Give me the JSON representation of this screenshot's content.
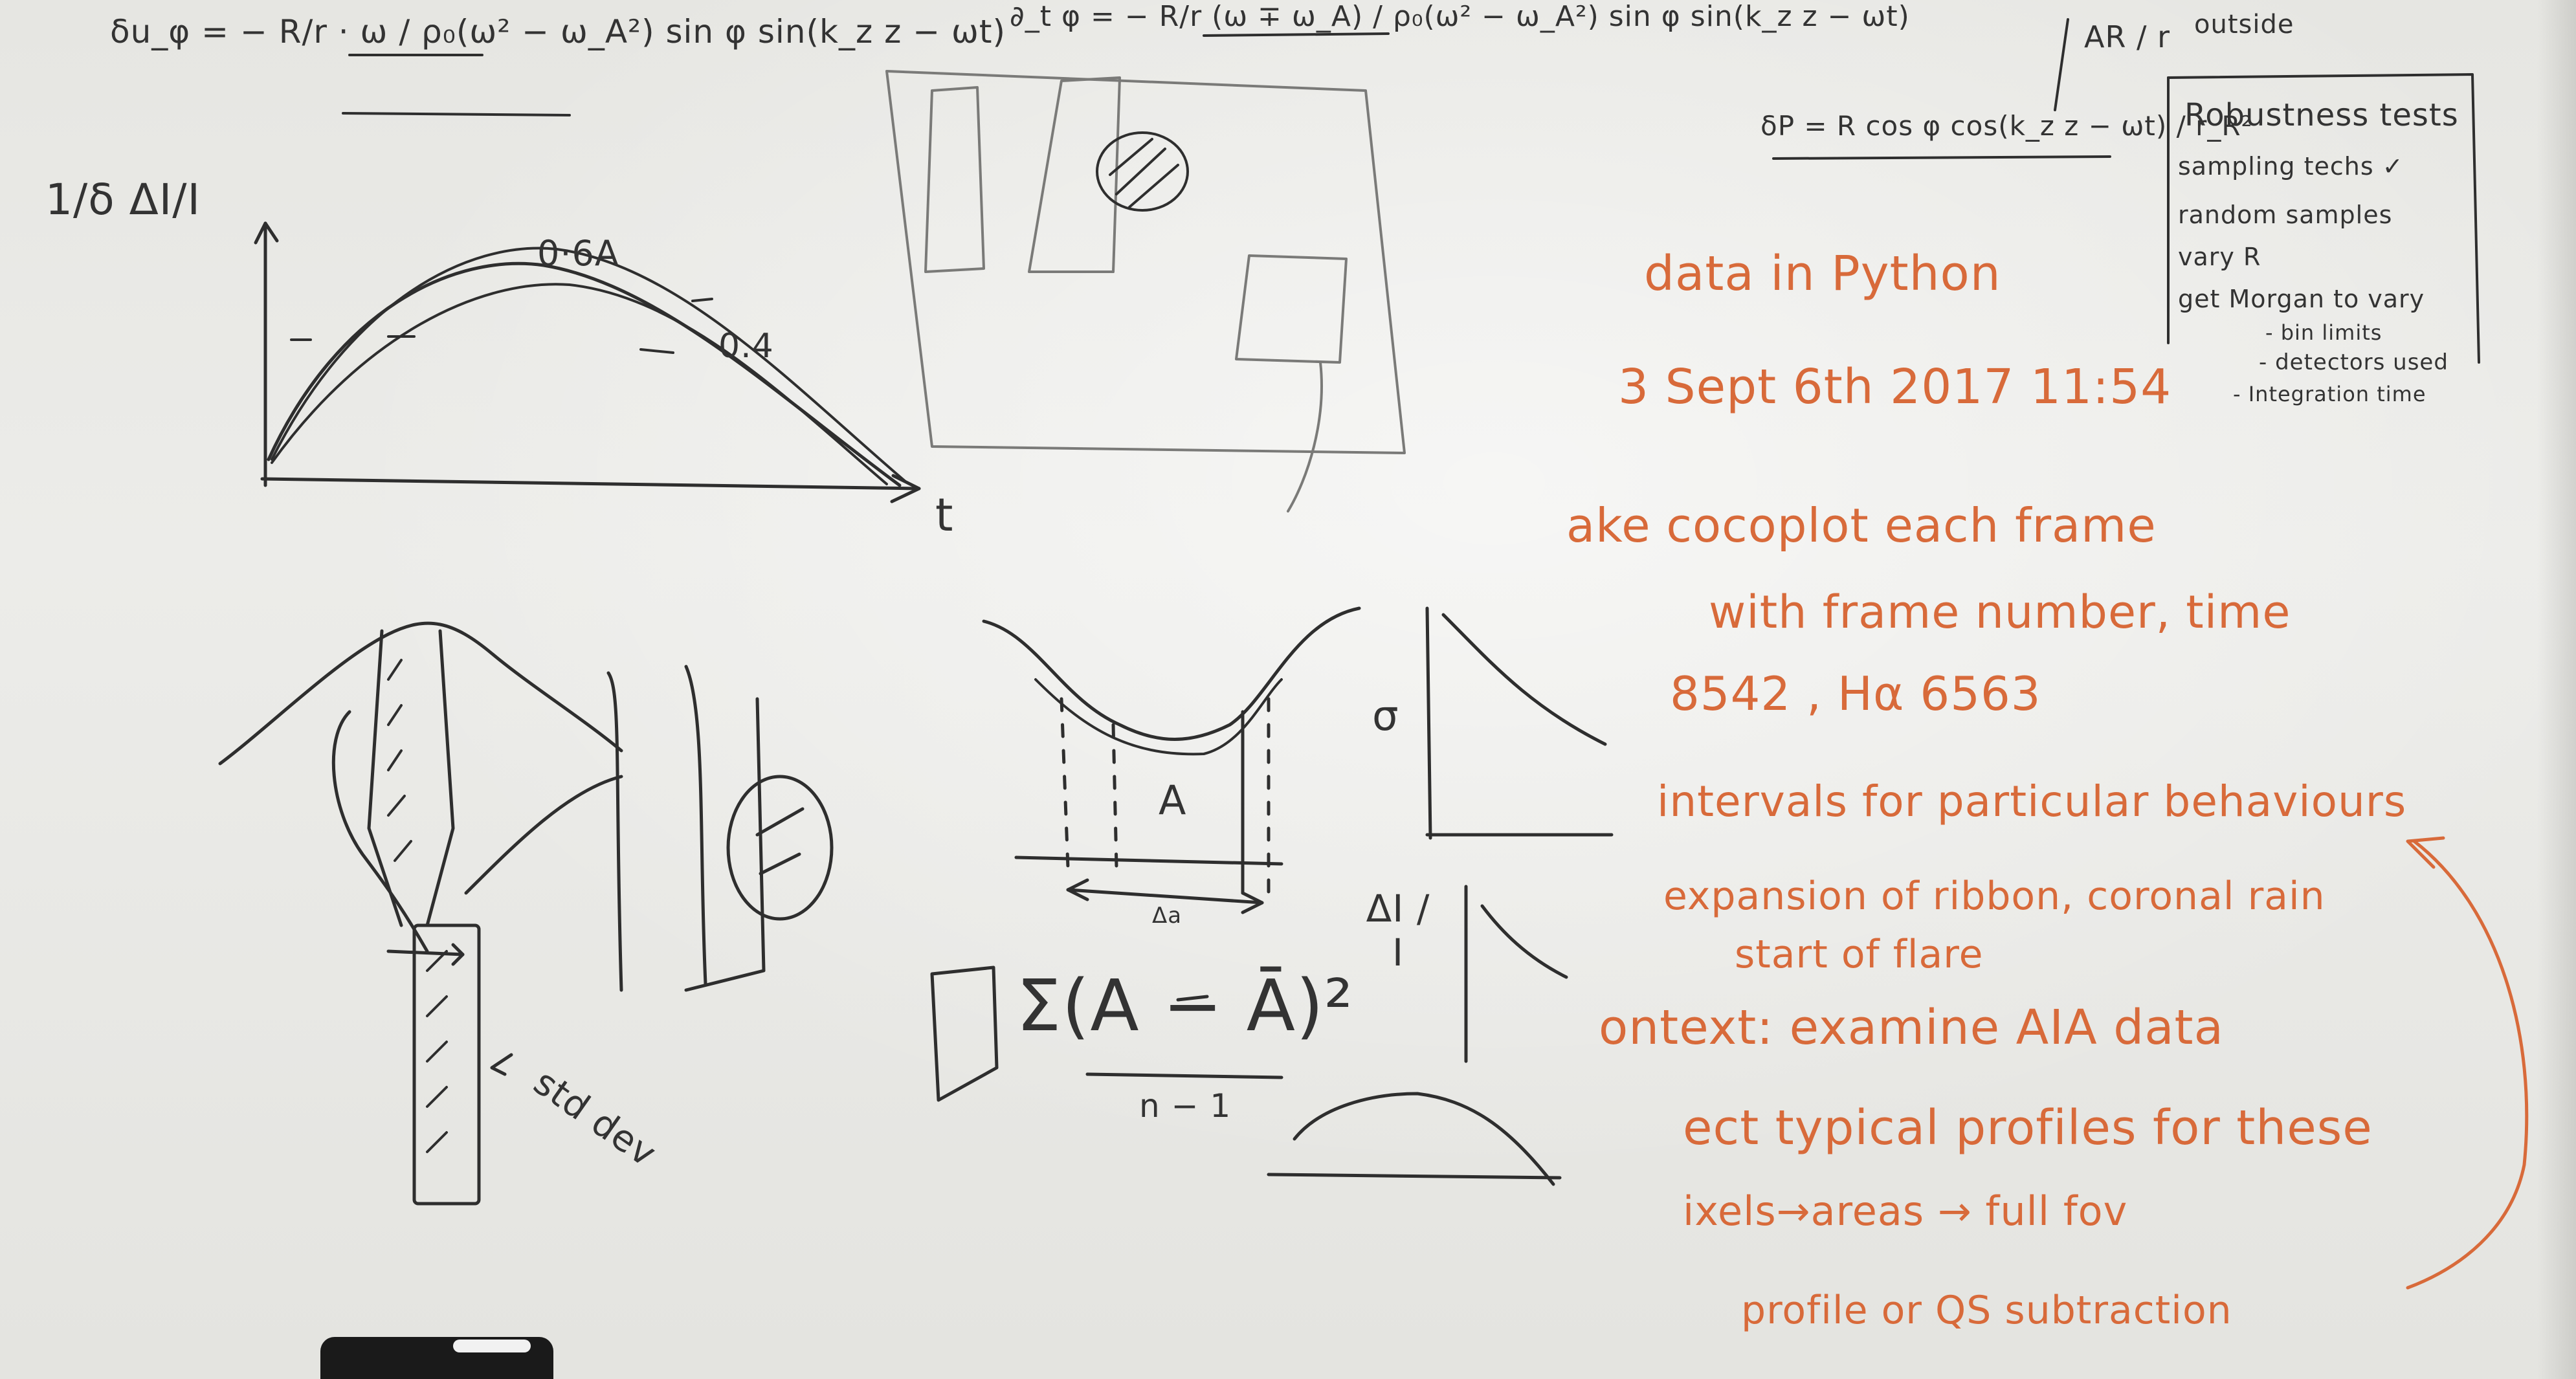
{
  "notes": {
    "formula_top_left": "δu_φ = − R/r · ω / ρ₀(ω² − ω_A²) sin φ sin(k_z z − ωt)",
    "formula_top_mid": "∂_t φ = − R/r (ω ∓ ω_A) / ρ₀(ω² − ω_A²) sin φ sin(k_z z − ωt)",
    "formula_top_right": "δP = R cos φ cos(k_z z − ωt) / r_R²",
    "ar_fraction": "AR / r",
    "outside": "outside",
    "axis_y_label": "1/δ  ΔI/I",
    "label_06A": "0·6A",
    "label_04": "0.4",
    "axis_t": "t",
    "std_dev": "std dev",
    "sigma": "σ",
    "area_A": "A",
    "delta_a": "Δa",
    "sum_expr": "Σ(A − Ā)²",
    "divisor": "n − 1",
    "delta_i_over_i": "ΔI / I"
  },
  "orange_notes": [
    "data in Python",
    "3   Sept 6th   2017   11:54",
    "ake cocoplot each frame",
    "with frame number, time",
    "8542 , Hα 6563",
    "intervals for particular behaviours",
    "expansion of ribbon, coronal rain",
    "start of flare",
    "ontext: examine AIA data",
    "ect typical profiles for these",
    "ixels→areas → full fov",
    "profile or QS subtraction"
  ],
  "robustness": {
    "title": "Robustness tests",
    "items": [
      "sampling techs ✓",
      "random samples",
      "vary R",
      "get Morgan to vary",
      "- bin limits",
      "- detectors used",
      "- Integration time"
    ]
  },
  "colors": {
    "marker_dark": "#2e2e2e",
    "marker_orange": "#d86a3a",
    "board": "#e9e9e6"
  }
}
